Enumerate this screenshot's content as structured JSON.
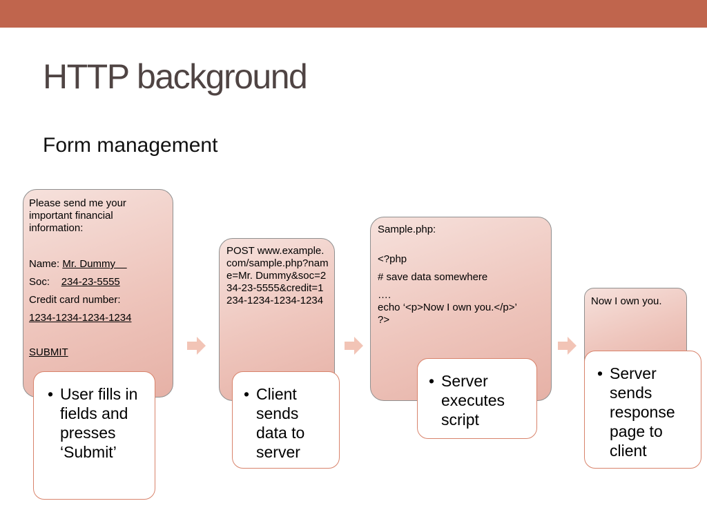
{
  "slide": {
    "title": "HTTP background",
    "subtitle": "Form management"
  },
  "cards": {
    "form": {
      "intro": "Please send me your important financial information:",
      "name_label": "Name: ",
      "name_value": "Mr. Dummy    ",
      "soc_label": "Soc:    ",
      "soc_value": "234-23-5555",
      "credit_label": "Credit card number:",
      "credit_value": "1234-1234-1234-1234",
      "submit": "SUBMIT"
    },
    "request": {
      "text": "POST www.example.com/sample.php?name=Mr. Dummy&soc=234-23-5555&credit=1234-1234-1234-1234"
    },
    "script": {
      "filename": "Sample.php:",
      "line1": "<?php",
      "line2": "# save data somewhere",
      "line3": "….",
      "line4": "echo ‘<p>Now I own you.</p>’",
      "line5": "?>"
    },
    "response": {
      "text": "Now I own you."
    }
  },
  "notes": {
    "user": "User fills in fields and presses ‘Submit’",
    "client": "Client sends data to server",
    "server": "Server executes script",
    "response": "Server sends response page to client"
  },
  "bullet": "•",
  "colors": {
    "top_bar": "#c0654d",
    "note_border": "#d8826a",
    "arrow": "#f2c4b6"
  }
}
